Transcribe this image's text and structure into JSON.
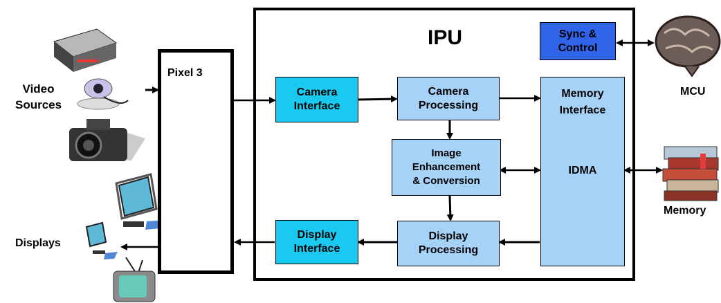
{
  "ipu_title": "IPU",
  "pixel_label": "Pixel 3",
  "blocks": {
    "camera_interface": "Camera\nInterface",
    "camera_processing": "Camera\nProcessing",
    "image_enhancement": "Image\nEnhancement\n& Conversion",
    "display_interface": "Display\nInterface",
    "display_processing": "Display\nProcessing",
    "memory_interface": "Memory\nInterface",
    "idma": "IDMA",
    "sync_control": "Sync &\nControl"
  },
  "external": {
    "video_sources": "Video\nSources",
    "displays": "Displays",
    "mcu": "MCU",
    "memory": "Memory"
  },
  "icons": [
    "video-player-icon",
    "webcam-icon",
    "camera-icon",
    "monitor-icon",
    "small-monitor-icon",
    "tv-icon",
    "brain-icon",
    "books-icon"
  ]
}
